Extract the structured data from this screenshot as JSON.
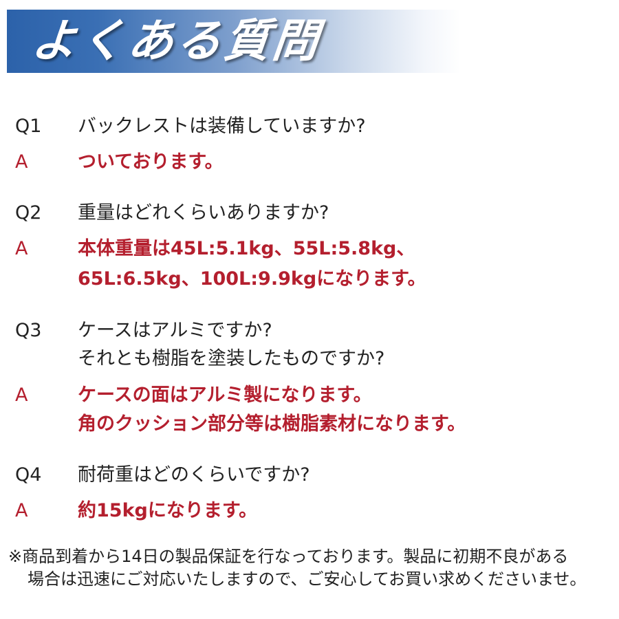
{
  "header": {
    "title": "よくある質問",
    "gradient_start": "#2c62aa",
    "gradient_end": "#ffffff"
  },
  "colors": {
    "question_text": "#222222",
    "answer_text": "#b41f2e"
  },
  "faq": [
    {
      "q_label": "Q1",
      "question": [
        "バックレストは装備していますか?"
      ],
      "a_label": "A",
      "answer": [
        "ついております。"
      ]
    },
    {
      "q_label": "Q2",
      "question": [
        "重量はどれくらいありますか?"
      ],
      "a_label": "A",
      "answer": [
        "本体重量は45L:5.1kg、55L:5.8kg、",
        "65L:6.5kg、100L:9.9kgになります。"
      ]
    },
    {
      "q_label": "Q3",
      "question": [
        "ケースはアルミですか?",
        "それとも樹脂を塗装したものですか?"
      ],
      "a_label": "A",
      "answer": [
        "ケースの面はアルミ製になります。",
        "角のクッション部分等は樹脂素材になります。"
      ]
    },
    {
      "q_label": "Q4",
      "question": [
        "耐荷重はどのくらいですか?"
      ],
      "a_label": "A",
      "answer": [
        "約15kgになります。"
      ]
    }
  ],
  "footnote": {
    "line1": "※商品到着から14日の製品保証を行なっております。製品に初期不良がある",
    "line2": "場合は迅速にご対応いたしますので、ご安心してお買い求めくださいませ。"
  }
}
